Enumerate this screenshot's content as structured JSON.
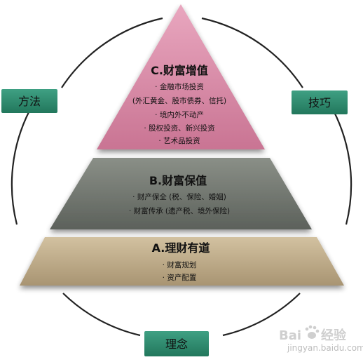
{
  "pyramid": {
    "top": {
      "title": "C.财富增值",
      "items": [
        "· 金融市场投资",
        "(外汇黄金、股市债券、信托)",
        "· 境内外不动产",
        "· 股权投资、新兴投资",
        "· 艺术品投资"
      ],
      "color": "#d98aa6"
    },
    "middle": {
      "title": "B.财富保值",
      "items": [
        "· 财产保全 (税、保险、婚姻)",
        "· 财富传承 (遗产税、境外保险)"
      ],
      "color": "#7b8078"
    },
    "bottom": {
      "title": "A.理财有道",
      "items": [
        "· 财富规划",
        "· 资产配置"
      ],
      "color": "#c4b08c"
    }
  },
  "tags": {
    "left": "方法",
    "right": "技巧",
    "bottom": "理念",
    "color": "#2e8b6e"
  },
  "watermark": {
    "brand": "Bai",
    "suffix": "经验",
    "url": "jingyan.baidu.com"
  }
}
